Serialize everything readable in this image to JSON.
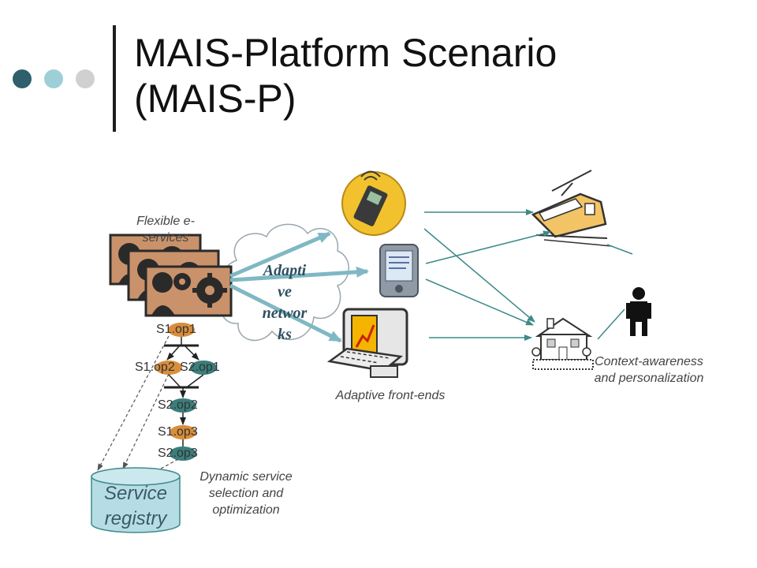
{
  "title": {
    "line1": "MAIS-Platform Scenario",
    "line2": "(MAIS-P)"
  },
  "captions": {
    "flexible_services": "Flexible e-services",
    "adaptive_front_ends": "Adaptive front-ends",
    "context_awareness": "Context-awareness and personalization",
    "dynamic_selection": "Dynamic service selection and optimization"
  },
  "cloud": {
    "line1": "Adapti",
    "line2": "ve",
    "line3": "networ",
    "line4": "ks"
  },
  "operations": {
    "s1_op1": "S1.op1",
    "s1_op2": "S1.op2",
    "s2_op1": "S2.op1",
    "s2_op2": "S2.op2",
    "s1_op3": "S1.op3",
    "s2_op3": "S2.op3"
  },
  "registry": {
    "line1": "Service",
    "line2": "registry"
  },
  "icons": [
    "phone-icon",
    "pda-icon",
    "computer-icon",
    "train-icon",
    "house-icon",
    "person-icon",
    "e-service-card-icon"
  ],
  "colors": {
    "dot1": "#2e5f6b",
    "dot2": "#9ecfd6",
    "dot3": "#d0d0d0",
    "arrow_teal": "#3d8a8a",
    "cloud_arrow": "#7fb8c4",
    "s1_fill": "#d98e3c",
    "s2_fill": "#3b7e7c",
    "registry_fill": "#b7dde4",
    "card_fill": "#c9926a"
  }
}
